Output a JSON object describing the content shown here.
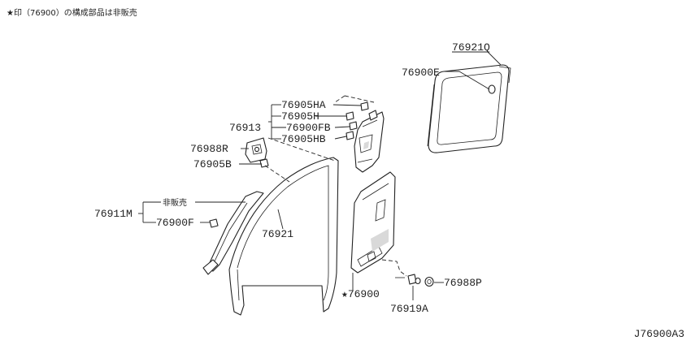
{
  "header": {
    "note": "★印（76900）の構成部品は非販売"
  },
  "footer": {
    "diagram_id": "J76900A3"
  },
  "callouts": {
    "p76921Q": "76921Q",
    "p76900E": "76900E",
    "p76905HA": "76905HA",
    "p76905H": "76905H",
    "p76913": "76913",
    "p76900FB": "76900FB",
    "p76905HB": "76905HB",
    "p76988R": "76988R",
    "p76905B": "76905B",
    "not_for_sale": "非販売",
    "p76911M": "76911M",
    "p76900F": "76900F",
    "p76921": "76921",
    "p76900": "★76900",
    "p76988P": "76988P",
    "p76919A": "76919A"
  }
}
